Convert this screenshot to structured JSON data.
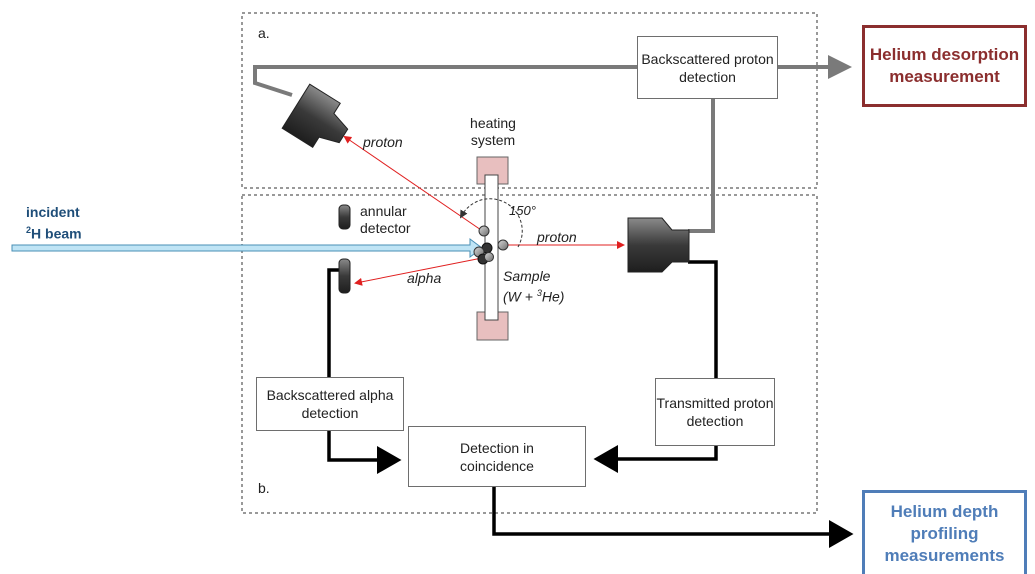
{
  "regions": {
    "top_label": "a.",
    "bottom_label": "b."
  },
  "boxes": {
    "backscattered_proton": "Backscattered proton detection",
    "backscattered_alpha": "Backscattered alpha detection",
    "coincidence": "Detection in coincidence",
    "transmitted_proton": "Transmitted proton detection"
  },
  "outputs": {
    "desorption": "Helium desorption measurement",
    "depth_profiling": "Helium depth profiling measurements"
  },
  "labels": {
    "incident_line1": "incident",
    "incident_sup": "2",
    "incident_line2": "H beam",
    "annular_detector": "annular detector",
    "heating_system": "heating system",
    "proton_upper": "proton",
    "proton_right": "proton",
    "alpha": "alpha",
    "angle": "150°",
    "sample_line1": "Sample",
    "sample_line2_a": "(W + ",
    "sample_sup": "3",
    "sample_line2_b": "He)"
  },
  "colors": {
    "desorption_border": "#8b2e2e",
    "depth_border": "#4f7db8",
    "beam_fill": "#bfe4f5",
    "beam_stroke": "#4a8fb5",
    "heater_fill": "#e8bfbf",
    "reaction_line": "#e02020",
    "incident_text": "#1f4e79"
  }
}
